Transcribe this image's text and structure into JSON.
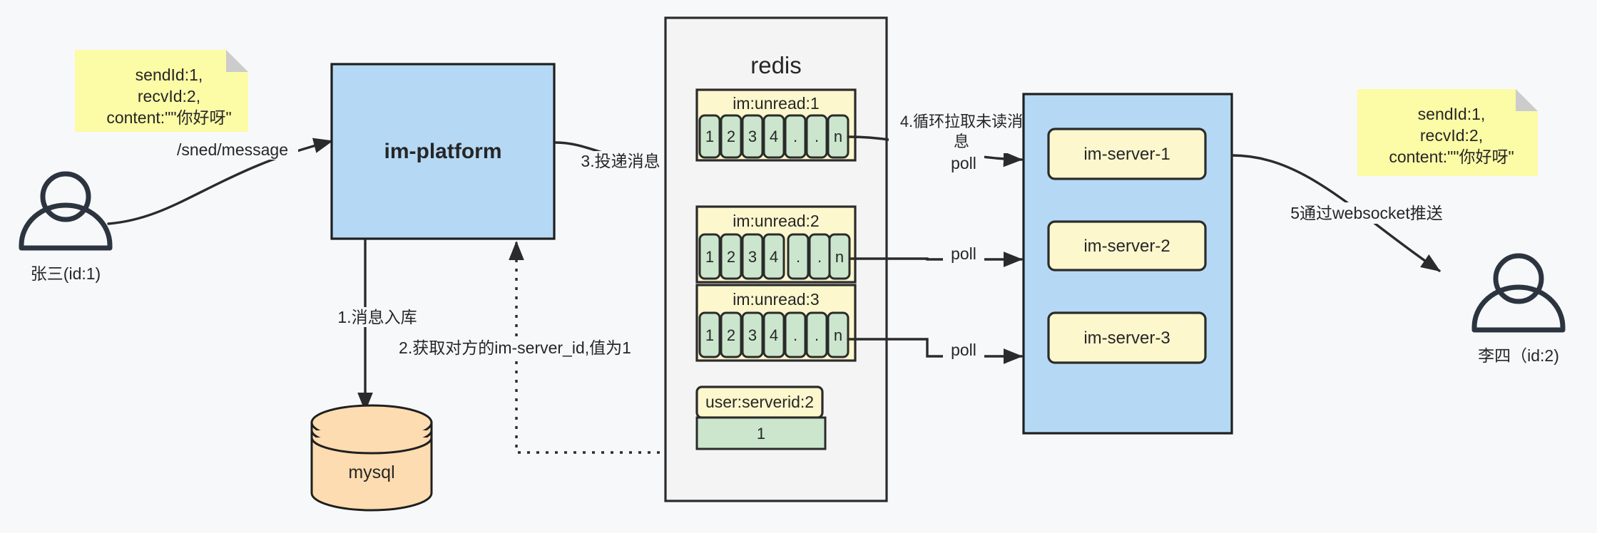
{
  "diagram": {
    "title": "IM message delivery architecture",
    "colors": {
      "background": "#f7f8fa",
      "blue": "#b5d9f5",
      "yellow": "#fdf7cd",
      "green": "#cbe6cd",
      "orange": "#fcdcb0",
      "note": "#fcfba6",
      "stroke": "#2b2b2b"
    }
  },
  "actors": {
    "sender": {
      "label": "张三(id:1)",
      "icon": "person-icon"
    },
    "receiver": {
      "label": "李四（id:2)",
      "icon": "person-icon"
    }
  },
  "notes": {
    "left": {
      "lines": [
        "sendId:1,",
        "recvId:2,",
        "content:\"\"你好呀\""
      ]
    },
    "right": {
      "lines": [
        "sendId:1,",
        "recvId:2,",
        "content:\"\"你好呀\""
      ]
    }
  },
  "nodes": {
    "im_platform": {
      "label": "im-platform"
    },
    "mysql": {
      "label": "mysql"
    },
    "redis": {
      "label": "redis"
    },
    "server_group": {
      "label": ""
    }
  },
  "redis_keys": [
    {
      "key": "im:unread:1",
      "cells": [
        "1",
        "2",
        "3",
        "4",
        ".",
        ".",
        "n"
      ]
    },
    {
      "key": "im:unread:2",
      "cells": [
        "1",
        "2",
        "3",
        "4",
        ".",
        ".",
        "n"
      ]
    },
    {
      "key": "im:unread:3",
      "cells": [
        "1",
        "2",
        "3",
        "4",
        ".",
        ".",
        "n"
      ]
    }
  ],
  "redis_scalar": {
    "key": "user:serverid:2",
    "value": "1"
  },
  "im_servers": [
    {
      "label": "im-server-1"
    },
    {
      "label": "im-server-2"
    },
    {
      "label": "im-server-3"
    }
  ],
  "edges": {
    "send_message": "/sned/message",
    "step1": "1.消息入库",
    "step2": "2.获取对方的im-server_id,值为1",
    "step3": "3.投递消息",
    "step4_line1": "4.循环拉取未读消",
    "step4_line2": "息",
    "poll1": "poll",
    "poll2": "poll",
    "poll3": "poll",
    "step5": "5通过websocket推送"
  }
}
